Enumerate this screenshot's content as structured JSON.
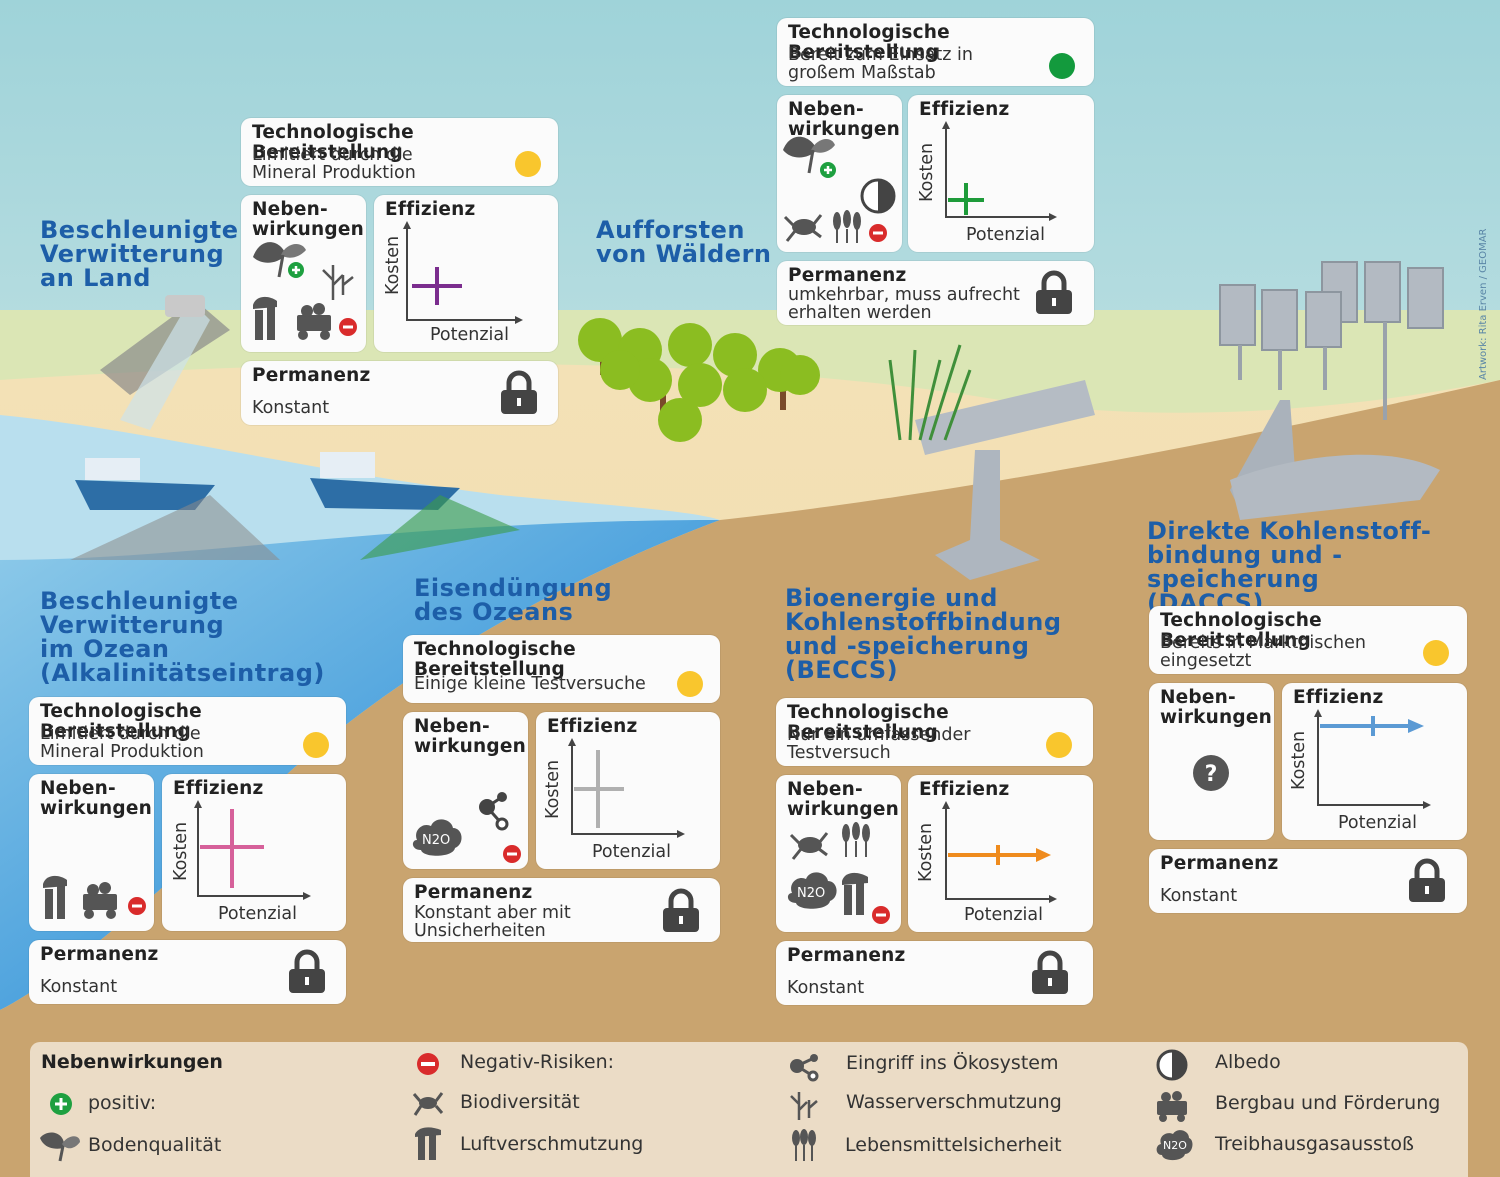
{
  "credit": "Artwork: Rita Erven / GEOMAR",
  "colors": {
    "title": "#1d5ea8",
    "yellow": "#f9c62d",
    "green": "#139a3d",
    "minus": "#d92b2b",
    "plus": "#1ea040"
  },
  "methods": {
    "land": {
      "title": "Beschleunigte\nVerwitterung\nan Land",
      "tech_head": "Technologische Bereitstellung",
      "tech_text": "Limitiert durch die\nMineral Produktion",
      "neben": "Neben-\nwirkungen",
      "eff": "Effizienz",
      "kosten": "Kosten",
      "potenzial": "Potenzial",
      "perm_head": "Permanenz",
      "perm_text": "Konstant"
    },
    "forest": {
      "title": "Aufforsten\nvon Wäldern",
      "tech_head": "Technologische Bereitstellung",
      "tech_text": "Bereit zum Einsatz in\ngroßem Maßstab",
      "neben": "Neben-\nwirkungen",
      "eff": "Effizienz",
      "kosten": "Kosten",
      "potenzial": "Potenzial",
      "perm_head": "Permanenz",
      "perm_text": "umkehrbar, muss aufrecht\nerhalten werden"
    },
    "ocean": {
      "title": "Beschleunigte\nVerwitterung\nim Ozean\n(Alkalinitätseintrag)",
      "tech_head": "Technologische Bereitstellung",
      "tech_text": "Limitiert durch die\nMineral Produktion",
      "neben": "Neben-\nwirkungen",
      "eff": "Effizienz",
      "kosten": "Kosten",
      "potenzial": "Potenzial",
      "perm_head": "Permanenz",
      "perm_text": "Konstant"
    },
    "iron": {
      "title": "Eisendüngung\ndes Ozeans",
      "tech_head": "Technologische Bereitstellung",
      "tech_text": "Einige kleine Testversuche",
      "neben": "Neben-\nwirkungen",
      "eff": "Effizienz",
      "kosten": "Kosten",
      "potenzial": "Potenzial",
      "perm_head": "Permanenz",
      "perm_text": "Konstant aber mit\nUnsicherheiten"
    },
    "beccs": {
      "title": "Bioenergie und\nKohlenstoffbindung\nund -speicherung\n(BECCS)",
      "tech_head": "Technologische Bereitstellung",
      "tech_text": "Nur ein umfassender\nTestversuch",
      "neben": "Neben-\nwirkungen",
      "eff": "Effizienz",
      "kosten": "Kosten",
      "potenzial": "Potenzial",
      "perm_head": "Permanenz",
      "perm_text": "Konstant"
    },
    "daccs": {
      "title": "Direkte Kohlenstoff-\nbindung und -speicherung\n(DACCS)",
      "tech_head": "Technologische Bereitstellung",
      "tech_text": "Bereits in Marktnischen\neingesetzt",
      "neben": "Neben-\nwirkungen",
      "eff": "Effizienz",
      "kosten": "Kosten",
      "potenzial": "Potenzial",
      "perm_head": "Permanenz",
      "perm_text": "Konstant"
    }
  },
  "legend": {
    "title": "Nebenwirkungen",
    "positive": "positiv:",
    "soil": "Bodenqualität",
    "negative": "Negativ-Risiken:",
    "biodiversity": "Biodiversität",
    "air": "Luftverschmutzung",
    "ecosystem": "Eingriff ins Ökosystem",
    "water": "Wasserverschmutzung",
    "food": "Lebensmittelsicherheit",
    "albedo": "Albedo",
    "mining": "Bergbau und Förderung",
    "ghg": "Treibhausgasausstoß",
    "n2o": "N2O",
    "question": "?"
  }
}
